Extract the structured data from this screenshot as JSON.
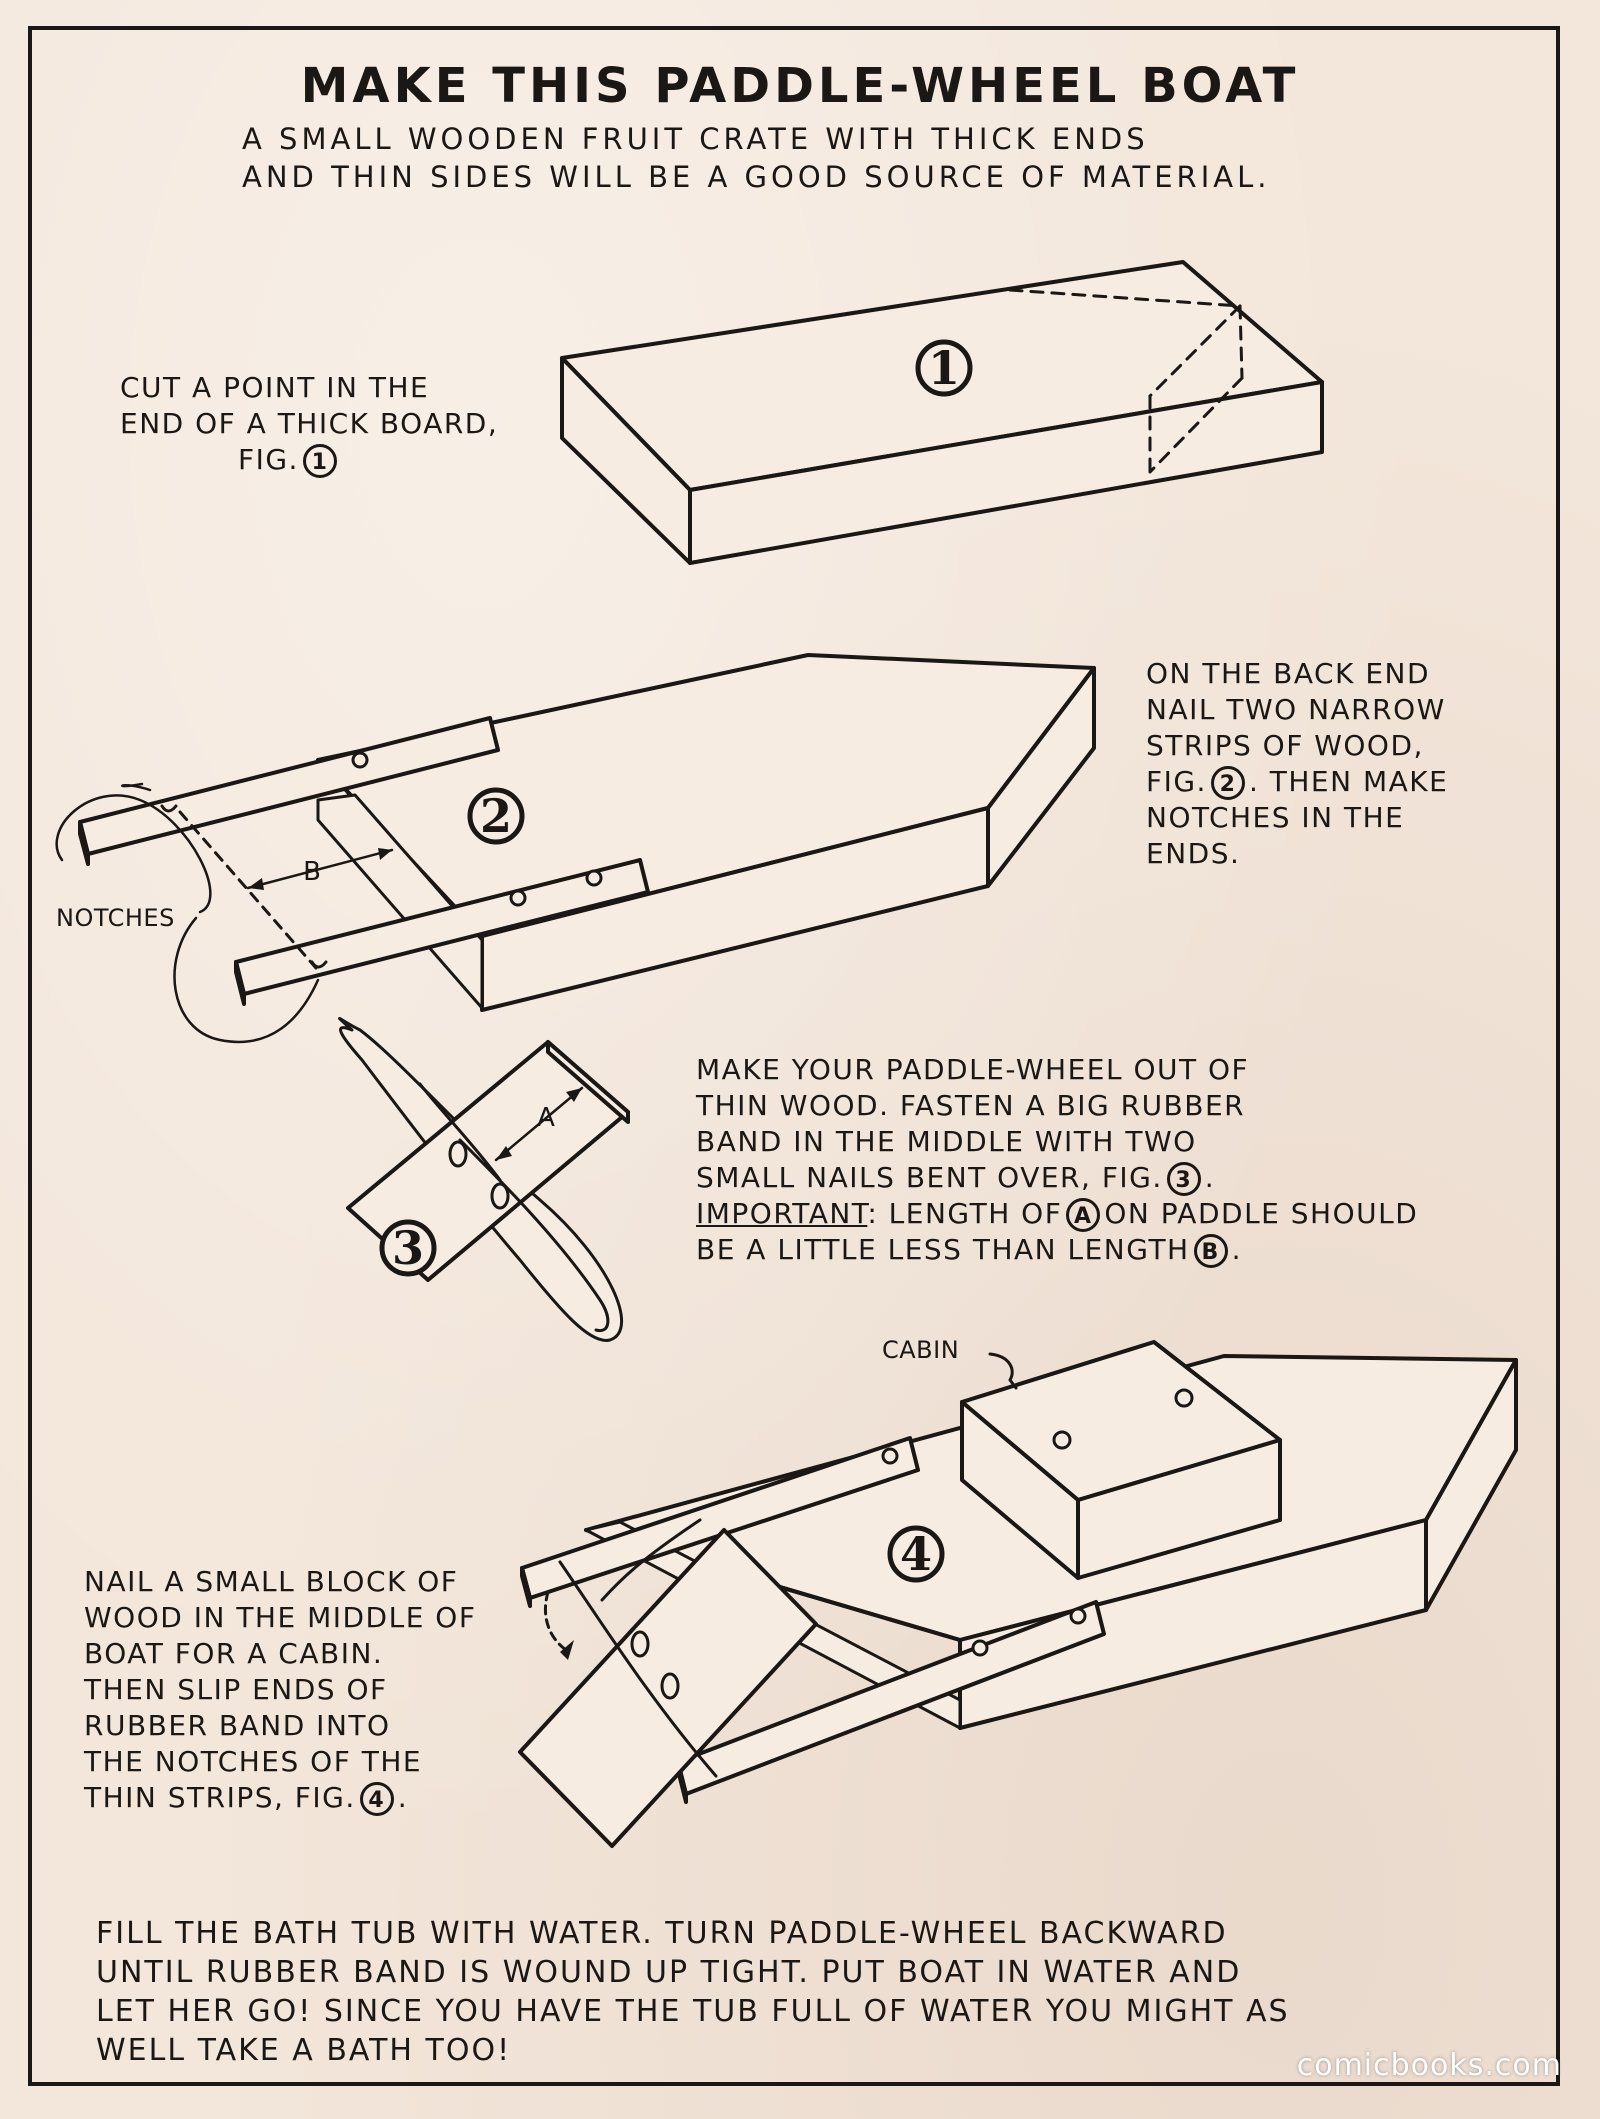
{
  "title": "MAKE THIS PADDLE-WHEEL BOAT",
  "subtitle": {
    "line1": "A SMALL WOODEN FRUIT CRATE WITH THICK ENDS",
    "line2": "AND THIN SIDES WILL BE A GOOD SOURCE OF MATERIAL."
  },
  "step1": {
    "line1": "CUT A POINT IN THE",
    "line2": "END OF A THICK BOARD,",
    "line3": "FIG.",
    "ref": "1"
  },
  "step2": {
    "line1": "ON THE BACK END",
    "line2": "NAIL TWO NARROW",
    "line3": "STRIPS OF WOOD,",
    "line4a": "FIG.",
    "ref": "2",
    "line4b": ". THEN MAKE",
    "line5": "NOTCHES IN THE",
    "line6": "ENDS."
  },
  "step3": {
    "line1": "MAKE YOUR PADDLE-WHEEL OUT OF",
    "line2": "THIN WOOD. FASTEN A BIG RUBBER",
    "line3": "BAND IN THE MIDDLE WITH TWO",
    "line4a": "SMALL NAILS BENT OVER, FIG.",
    "ref": "3",
    "important": "IMPORTANT",
    "line5a": ": LENGTH OF",
    "refA": "A",
    "line5b": "ON PADDLE SHOULD",
    "line6a": "BE A LITTLE LESS THAN LENGTH",
    "refB": "B"
  },
  "step4": {
    "line1": "NAIL A SMALL BLOCK OF",
    "line2": "WOOD IN THE MIDDLE OF",
    "line3": "BOAT FOR A CABIN.",
    "line4": "THEN SLIP ENDS OF",
    "line5": "RUBBER BAND INTO",
    "line6": "THE NOTCHES OF THE",
    "line7": "THIN STRIPS, FIG.",
    "ref": "4"
  },
  "final": {
    "line1": "FILL THE BATH TUB WITH WATER. TURN PADDLE-WHEEL BACKWARD",
    "line2": "UNTIL RUBBER BAND IS WOUND UP TIGHT. PUT BOAT IN WATER AND",
    "line3": "LET HER GO! SINCE YOU HAVE THE TUB FULL OF WATER YOU MIGHT AS",
    "line4": "WELL TAKE A BATH TOO!"
  },
  "labels": {
    "fig1": "1",
    "fig2": "2",
    "fig3": "3",
    "fig4": "4",
    "notches": "NOTCHES",
    "cabin": "CABIN",
    "dimA": "A",
    "dimB": "B"
  },
  "watermark": "comicbooks.com"
}
